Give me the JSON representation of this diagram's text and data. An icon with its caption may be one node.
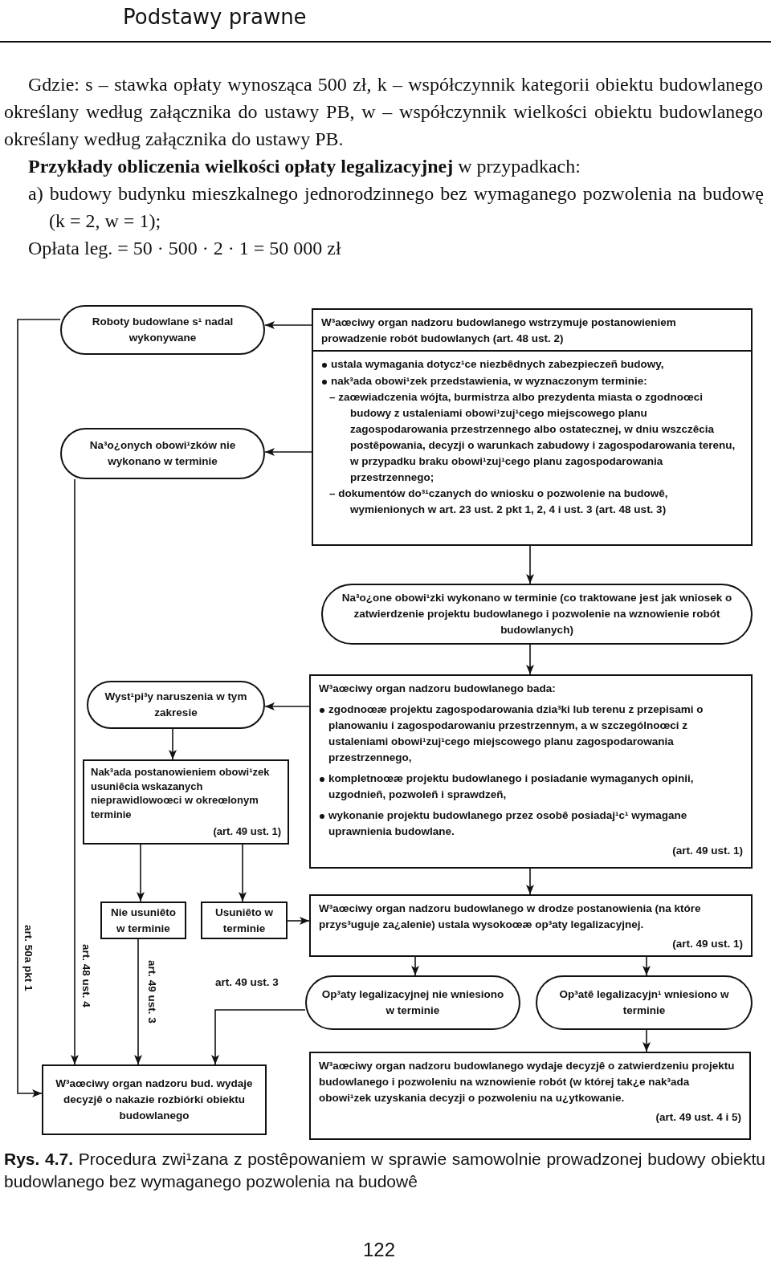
{
  "diagram": {
    "caption": "**Rys. 4.7.** Procedura zwi¹zana z postêpowaniem w sprawie samowolnie prowadzonej budowy obiektu budowlanego bez wymaganego pozwolenia na budowê",
    "nodes": [
      {
        "text": [
          "Roboty budowlane s¹ nadal wykonywane"
        ]
      },
      {
        "text": [
          "W³aœciwy organ nadzoru budowlanego wstrzymuje postanowieniem prowadzenie robót budowlanych (art. 48 ust. 2)",
          "ustala wymagania dotycz¹ce niezbêdnych zabezpieczeñ budowy,",
          "nak³ada obowi¹zek przedstawienia, w wyznaczonym terminie:",
          "– zaœwiadczenia wójta, burmistrza albo prezydenta miasta o zgodnoœci budowy z ustaleniami obowi¹zuj¹cego miejscowego planu zagospodarowania przestrzennego albo ostatecznej, w dniu wszczêcia postêpowania, decyzji o warunkach zabudowy i zagospodarowania terenu, w przypadku braku obowi¹zuj¹cego planu zagospodarowania przestrzennego;",
          "– dokumentów do³¹czanych do wniosku o pozwolenie na budowê, wymienionych w art. 23 ust. 2 pkt 1, 2, 4 i ust. 3 (art. 48 ust. 3)"
        ]
      },
      {
        "text": [
          "Na³o¿onych obowi¹zków nie wykonano w terminie"
        ]
      },
      {
        "text": [
          "Na³o¿one obowi¹zki wykonano w terminie (co traktowane jest jak wniosek o zatwierdzenie projektu budowlanego i pozwolenie na wznowienie robót budowlanych)"
        ]
      },
      {
        "text": [
          "W³aœciwy organ nadzoru budowlanego bada:",
          "zgodnoœæ projektu zagospodarowania dzia³ki lub terenu z przepisami o planowaniu i zagospodarowaniu przestrzennym, a w szczególnoœci z ustaleniami obowi¹zuj¹cego miejscowego planu zagospodarowania przestrzennego,",
          "kompletnoœæ projektu budowlanego i posiadanie wymaganych opinii, uzgodnieñ, pozwoleñ i sprawdzeñ,",
          "wykonanie projektu budowlanego przez osobê posiadaj¹c¹ wymagane uprawnienia budowlane.",
          "(art. 49 ust. 1)"
        ]
      },
      {
        "text": [
          "Wyst¹pi³y naruszenia w tym zakresie"
        ]
      },
      {
        "text": [
          "Nak³ada postanowieniem obowi¹zek usuniêcia wskazanych nieprawidlowoœci w okreœlonym terminie",
          "(art. 49 ust. 1)"
        ]
      },
      {
        "text": [
          "Nie usuniêto w terminie"
        ]
      },
      {
        "text": [
          "Usuniêto w terminie"
        ]
      },
      {
        "text": [
          "W³aœciwy organ nadzoru budowlanego w drodze postanowienia (na które przys³uguje za¿alenie) ustala wysokoœæ op³aty legalizacyjnej.",
          "(art. 49 ust. 1)"
        ]
      },
      {
        "text": [
          "Op³aty legalizacyjnej nie wniesiono w terminie"
        ]
      },
      {
        "text": [
          "Op³atê legalizacyjn¹ wniesiono w terminie"
        ]
      },
      {
        "text": [
          "W³aœciwy organ nadzoru bud. wydaje decyzjê o nakazie rozbiórki obiektu budowlanego"
        ]
      },
      {
        "text": [
          "W³aœciwy organ nadzoru budowlanego wydaje decyzjê o zatwierdzeniu projektu budowlanego i pozwoleniu na wznowienie robót (w której tak¿e nak³ada obowi¹zek uzyskania decyzji o pozwoleniu na u¿ytkowanie.",
          "(art. 49 ust. 4 i 5)"
        ]
      }
    ],
    "edges": [
      {
        "from": 1,
        "to": 0,
        "arrow": "to"
      },
      {
        "from": 1,
        "to": 2,
        "arrow": "to"
      },
      {
        "from": 1,
        "to": 3,
        "arrow": "to"
      },
      {
        "from": 3,
        "to": 4,
        "arrow": "to"
      },
      {
        "from": 4,
        "to": 5,
        "arrow": "to"
      },
      {
        "from": 5,
        "to": 6,
        "arrow": "to"
      },
      {
        "from": 6,
        "to": 7,
        "arrow": "to"
      },
      {
        "from": 6,
        "to": 8,
        "arrow": "to"
      },
      {
        "from": 4,
        "to": 9,
        "arrow": "to"
      },
      {
        "from": 8,
        "to": 9,
        "arrow": "to"
      },
      {
        "from": 9,
        "to": 10,
        "arrow": "to"
      },
      {
        "from": 9,
        "to": 11,
        "arrow": "to"
      },
      {
        "from": 11,
        "to": 13,
        "arrow": "to"
      },
      {
        "from": 10,
        "to": 12,
        "arrow": "to",
        "label": "art. 49 ust. 3"
      },
      {
        "from": 7,
        "to": 12,
        "arrow": "to",
        "label": "art. 49 ust. 3"
      },
      {
        "from": 2,
        "to": 12,
        "arrow": "to",
        "label": "art. 48 ust. 4"
      },
      {
        "from": 0,
        "to": 12,
        "arrow": "to",
        "label": "art. 50a pkt 1"
      }
    ],
    "labels": [
      "Podstawy prawne",
      "Gdzie: s – stawka opłaty wynosząca 500 zł, k – współczynnik kategorii obiektu budowlanego określany według załącznika do ustawy PB, w – współczynnik wielkości obiektu budowlanego określany według załącznika do ustawy PB.",
      "**Przykłady obliczenia wielkości opłaty legalizacyjnej** w przypadkach:",
      "a) budowy budynku mieszkalnego jednorodzinnego bez wymaganego pozwolenia na budowę (k = 2, w = 1);",
      "Opłata leg. = 50 · 500 · 2 · 1 = 50 000 zł",
      "122"
    ]
  }
}
